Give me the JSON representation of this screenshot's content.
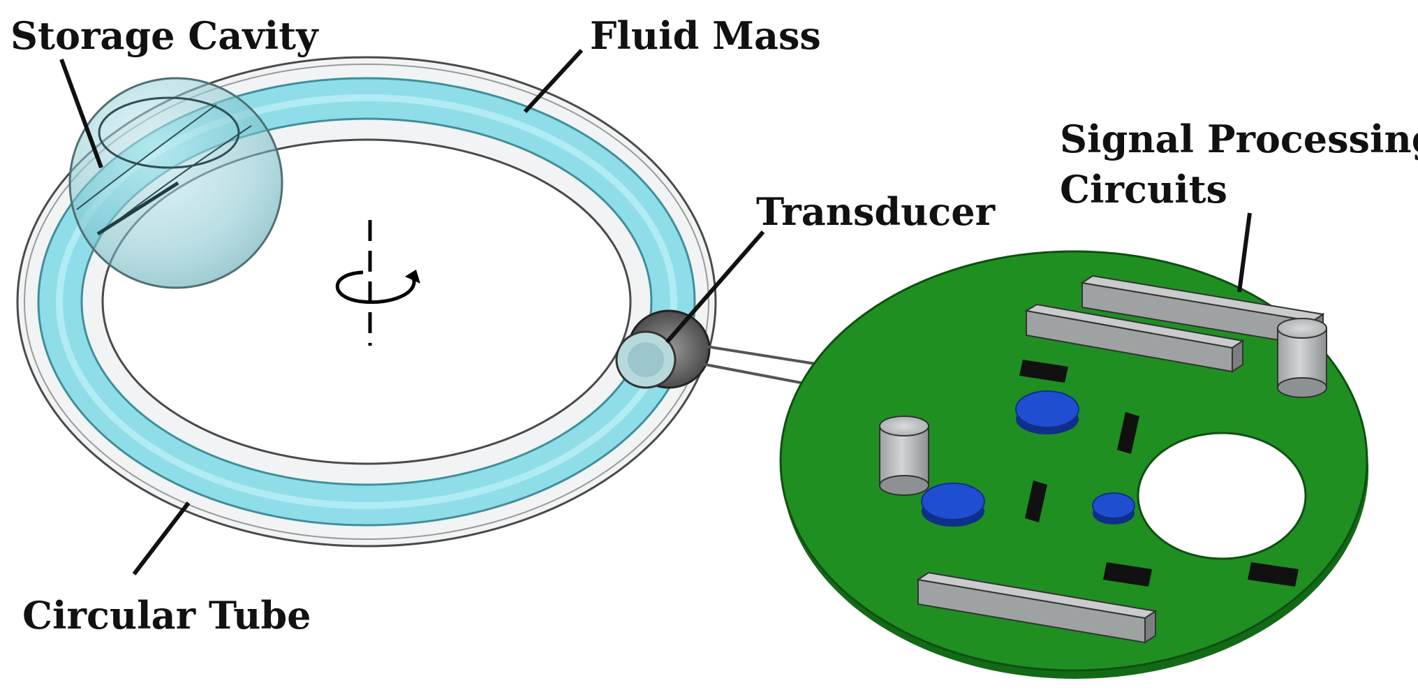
{
  "labels": {
    "storage_cavity": "Storage Cavity",
    "fluid_mass": "Fluid Mass",
    "transducer": "Transducer",
    "signal_processing_line1": "Signal Processing",
    "signal_processing_line2": "Circuits",
    "circular_tube": "Circular Tube"
  },
  "colors": {
    "fluid": "#8fdde8",
    "tube_outer": "#f1f3f4",
    "board": "#1f8f22",
    "board_edge": "#136a16",
    "component_gray": "#b9bcbd",
    "capacitor_blue": "#1f4fd0",
    "chip_black": "#111111"
  }
}
